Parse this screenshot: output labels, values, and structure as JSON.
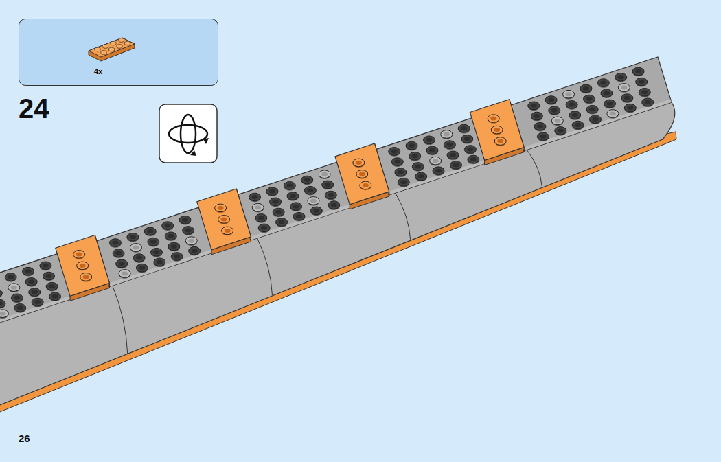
{
  "diagram": {
    "nodes": [
      {
        "text": [
          "4x"
        ]
      }
    ],
    "labels": [
      "24",
      "26"
    ]
  }
}
